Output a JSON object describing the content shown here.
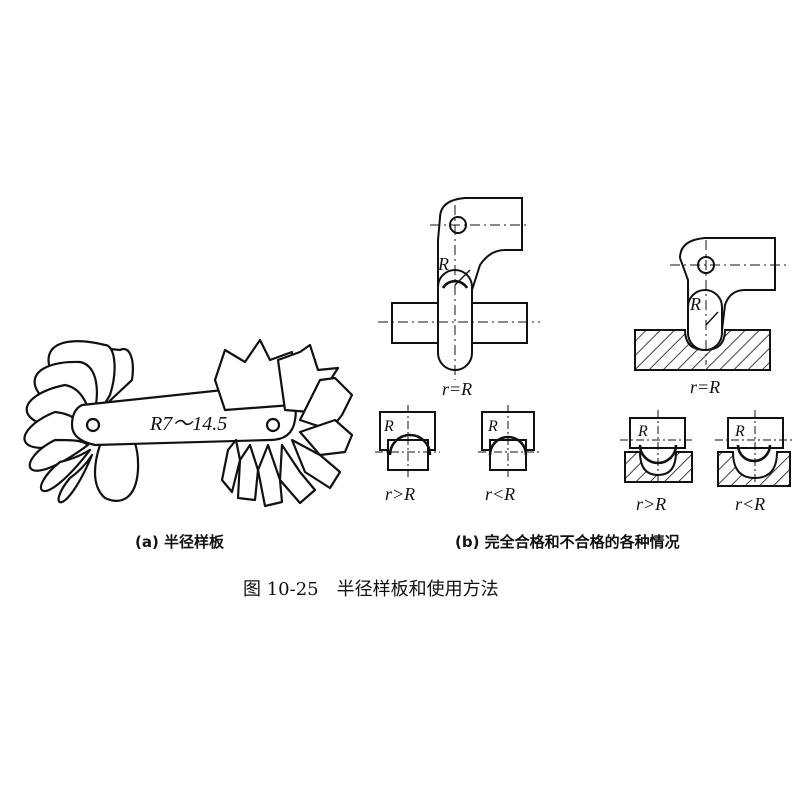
{
  "gauge": {
    "range_label": "R7～14.5"
  },
  "panel_b": {
    "labels": {
      "shaft_r": "R",
      "shaft_eq": "r=R",
      "shaft_gt": "r>R",
      "shaft_lt": "r<R",
      "groove_r": "R",
      "groove_eq": "r=R",
      "groove_gt": "r>R",
      "groove_lt": "r<R",
      "small_r1": "R",
      "small_r2": "R",
      "small_r3": "R",
      "small_r4": "R"
    }
  },
  "captions": {
    "sub_a": "(a) 半径样板",
    "sub_b": "(b) 完全合格和不合格的各种情况",
    "figure": "图 10-25　半径样板和使用方法"
  },
  "colors": {
    "ink": "#111111",
    "paper": "#ffffff"
  }
}
